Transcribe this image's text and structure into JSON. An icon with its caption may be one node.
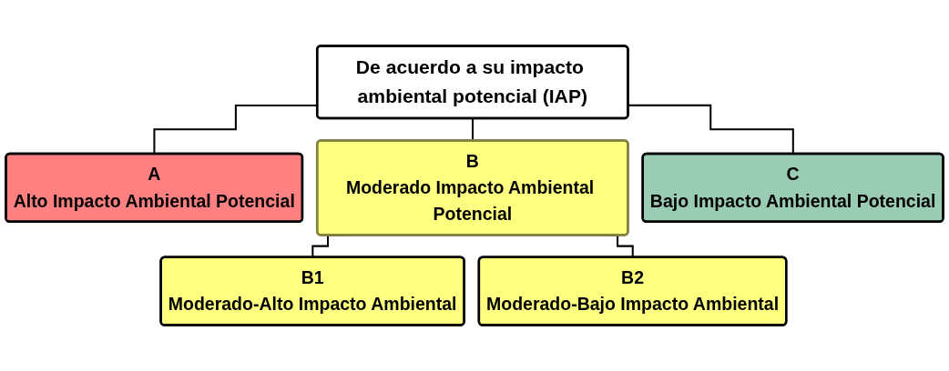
{
  "diagram": {
    "nodes": [
      {
        "text": [
          "De acuerdo a su impacto ambiental potencial (IAP)"
        ]
      },
      {
        "text": [
          "A",
          "Alto Impacto Ambiental Potencial"
        ]
      },
      {
        "text": [
          "B",
          "Moderado Impacto Ambiental Potencial"
        ]
      },
      {
        "text": [
          "C",
          "Bajo Impacto Ambiental Potencial"
        ]
      },
      {
        "text": [
          "B1",
          "Moderado-Alto Impacto Ambiental"
        ]
      },
      {
        "text": [
          "B2",
          "Moderado-Bajo Impacto Ambiental"
        ]
      }
    ],
    "edges": [
      {
        "from": 0,
        "to": 1,
        "arrow": "none"
      },
      {
        "from": 0,
        "to": 2,
        "arrow": "none"
      },
      {
        "from": 0,
        "to": 3,
        "arrow": "none"
      },
      {
        "from": 2,
        "to": 4,
        "arrow": "none"
      },
      {
        "from": 2,
        "to": 5,
        "arrow": "none"
      }
    ]
  }
}
